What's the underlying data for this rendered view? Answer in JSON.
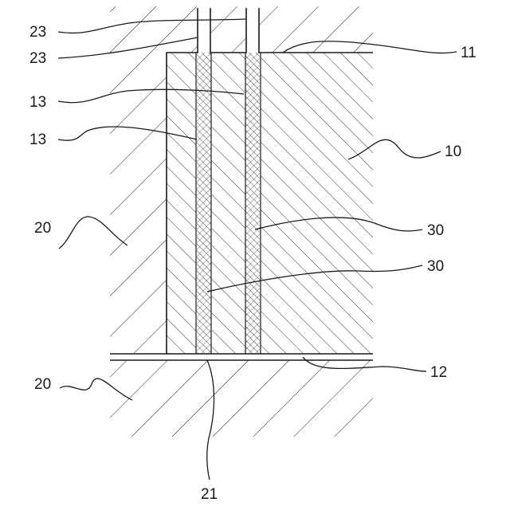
{
  "figure": {
    "labels": {
      "l23a": "23",
      "l23b": "23",
      "l11": "11",
      "l13a": "13",
      "l13b": "13",
      "l10": "10",
      "l20a": "20",
      "l30a": "30",
      "l30b": "30",
      "l20b": "20",
      "l12": "12",
      "l21": "21"
    }
  }
}
